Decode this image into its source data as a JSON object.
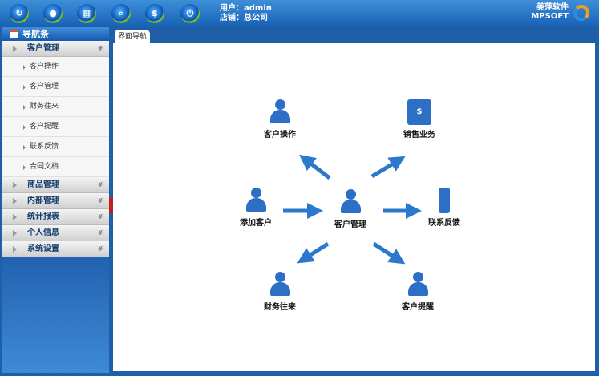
{
  "toolbar": {
    "buttons": [
      "refresh",
      "lock",
      "calendar",
      "search",
      "finance",
      "power"
    ]
  },
  "user": {
    "user_label": "用户：admin",
    "store_label": "店铺：总公司"
  },
  "logo": {
    "cn": "美萍软件",
    "en": "MPSOFT"
  },
  "sidebar": {
    "title": "导航条",
    "groups": [
      {
        "label": "客户管理",
        "items": [
          "客户操作",
          "客户管理",
          "财务往来",
          "客户提醒",
          "联系反馈",
          "合同文档"
        ]
      },
      {
        "label": "商品管理"
      },
      {
        "label": "内部管理"
      },
      {
        "label": "统计报表"
      },
      {
        "label": "个人信息"
      },
      {
        "label": "系统设置"
      }
    ]
  },
  "tab": {
    "label": "界面导航"
  },
  "diagram": {
    "center": "客户管理",
    "nodes": {
      "op": "客户操作",
      "sales": "销售业务",
      "add": "添加客户",
      "feedback": "联系反馈",
      "finance": "财务往来",
      "remind": "客户提醒"
    },
    "arrow_color": "#2b78cc"
  }
}
